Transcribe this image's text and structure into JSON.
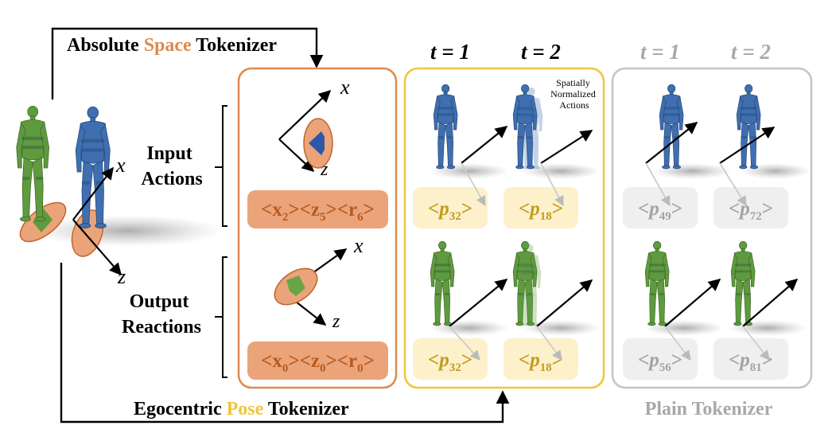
{
  "top_title": {
    "w1": "Absolute",
    "w2": "Space",
    "w3": "Tokenizer"
  },
  "bottom_title": {
    "w1": "Egocentric",
    "w2": "Pose",
    "w3": "Tokenizer"
  },
  "plain_title": "Plain Tokenizer",
  "row_labels": {
    "input": [
      "Input",
      "Actions"
    ],
    "output": [
      "Output",
      "Reactions"
    ]
  },
  "axes": {
    "x": "x",
    "z": "z"
  },
  "time_labels": {
    "pose_t1": "t = 1",
    "pose_t2": "t = 2",
    "plain_t1": "t = 1",
    "plain_t2": "t = 2"
  },
  "spatial_note": [
    "Spatially",
    "Normalized",
    "Actions"
  ],
  "space_tokens": {
    "input": [
      {
        "b": "x",
        "s": "2"
      },
      {
        "b": "z",
        "s": "5"
      },
      {
        "b": "r",
        "s": "6"
      }
    ],
    "output": [
      {
        "b": "x",
        "s": "0"
      },
      {
        "b": "z",
        "s": "0"
      },
      {
        "b": "r",
        "s": "0"
      }
    ]
  },
  "pose_tokens": {
    "input": [
      {
        "b": "p",
        "s": "32"
      },
      {
        "b": "p",
        "s": "18"
      }
    ],
    "output": [
      {
        "b": "p",
        "s": "32"
      },
      {
        "b": "p",
        "s": "18"
      }
    ]
  },
  "plain_tokens": {
    "input": [
      {
        "b": "p",
        "s": "49"
      },
      {
        "b": "p",
        "s": "72"
      }
    ],
    "output": [
      {
        "b": "p",
        "s": "56"
      },
      {
        "b": "p",
        "s": "81"
      }
    ]
  },
  "colors": {
    "orange": "#dd8a4e",
    "orange_fill": "#eba479",
    "token_text_orange": "#b85a1f",
    "yellow": "#efc53e",
    "yellow_fill": "#fcf1cb",
    "token_text_yellow": "#c39a1c",
    "gray": "#c4c4c4",
    "gray_fill": "#efefef",
    "token_text_gray": "#a3a3a3",
    "blue_figure": "#3f6fb0",
    "green_figure": "#5f9a3f"
  }
}
